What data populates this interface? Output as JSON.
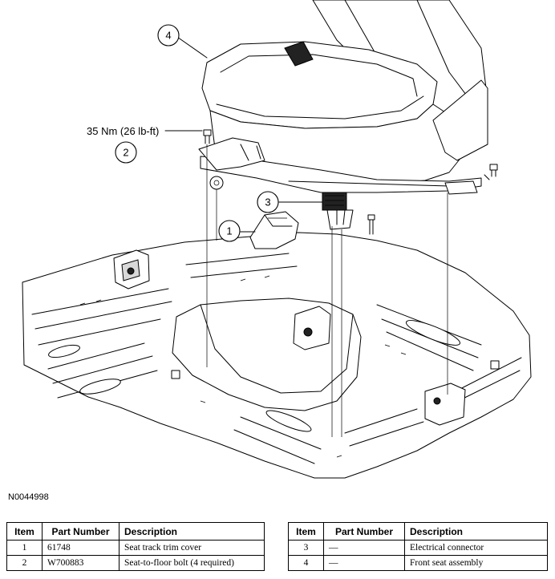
{
  "figure": {
    "figure_code": "N0044998",
    "torque_label": "35 Nm (26 lb-ft)",
    "callouts": [
      "1",
      "2",
      "3",
      "4"
    ]
  },
  "parts_table": {
    "headers": [
      "Item",
      "Part Number",
      "Description"
    ],
    "left_rows": [
      {
        "item": "1",
        "part_number": "61748",
        "description": "Seat track trim cover"
      },
      {
        "item": "2",
        "part_number": "W700883",
        "description": "Seat-to-floor bolt (4 required)"
      }
    ],
    "right_rows": [
      {
        "item": "3",
        "part_number": "—",
        "description": "Electrical connector"
      },
      {
        "item": "4",
        "part_number": "—",
        "description": "Front seat assembly"
      }
    ]
  }
}
